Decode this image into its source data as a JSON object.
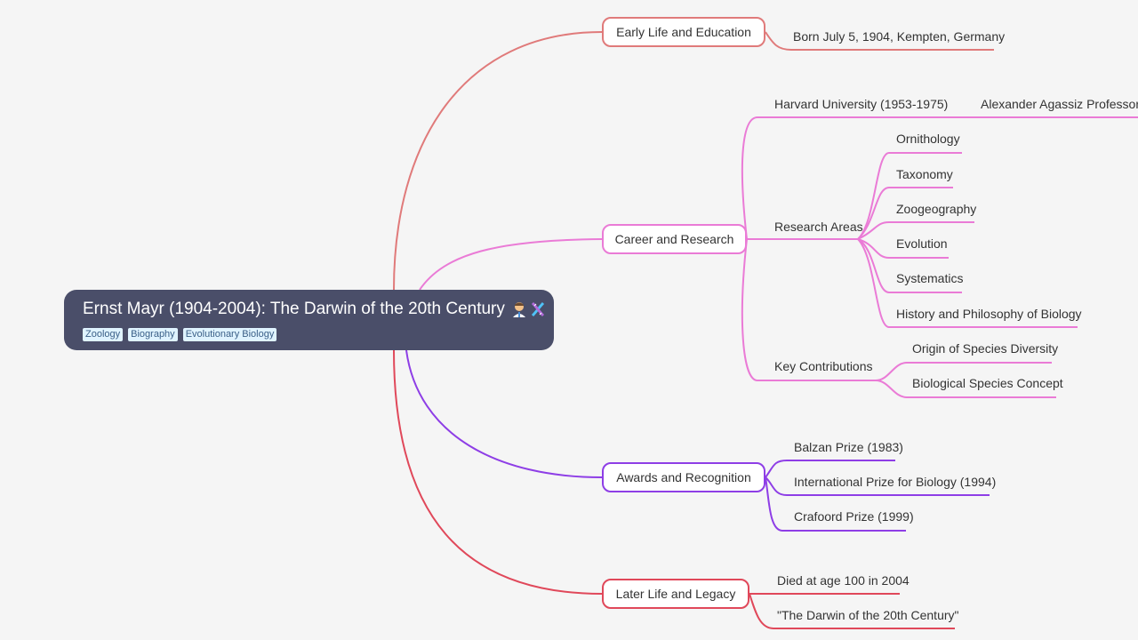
{
  "root": {
    "title": "Ernst Mayr (1904-2004): The Darwin of the 20th Century",
    "emoji_icons": [
      "scientist-icon",
      "dna-icon"
    ],
    "tags": [
      "Zoology",
      "Biography",
      "Evolutionary Biology"
    ]
  },
  "branches": {
    "early": {
      "label": "Early Life and Education",
      "color": "#e07a7a",
      "items": [
        "Born July 5, 1904, Kempten, Germany"
      ]
    },
    "career": {
      "label": "Career and Research",
      "color": "#ea7bd6",
      "harvard": {
        "label": "Harvard University (1953-1975)",
        "child": "Alexander Agassiz Professor o"
      },
      "research": {
        "label": "Research Areas",
        "items": [
          "Ornithology",
          "Taxonomy",
          "Zoogeography",
          "Evolution",
          "Systematics",
          "History and Philosophy of Biology"
        ]
      },
      "contributions": {
        "label": "Key Contributions",
        "items": [
          "Origin of Species Diversity",
          "Biological Species Concept"
        ]
      }
    },
    "awards": {
      "label": "Awards and Recognition",
      "color": "#8e3ee6",
      "items": [
        "Balzan Prize (1983)",
        "International Prize for Biology (1994)",
        "Crafoord Prize (1999)"
      ]
    },
    "later": {
      "label": "Later Life and Legacy",
      "color": "#e0485a",
      "items": [
        "Died at age 100 in 2004",
        "\"The Darwin of the 20th Century\""
      ]
    }
  }
}
